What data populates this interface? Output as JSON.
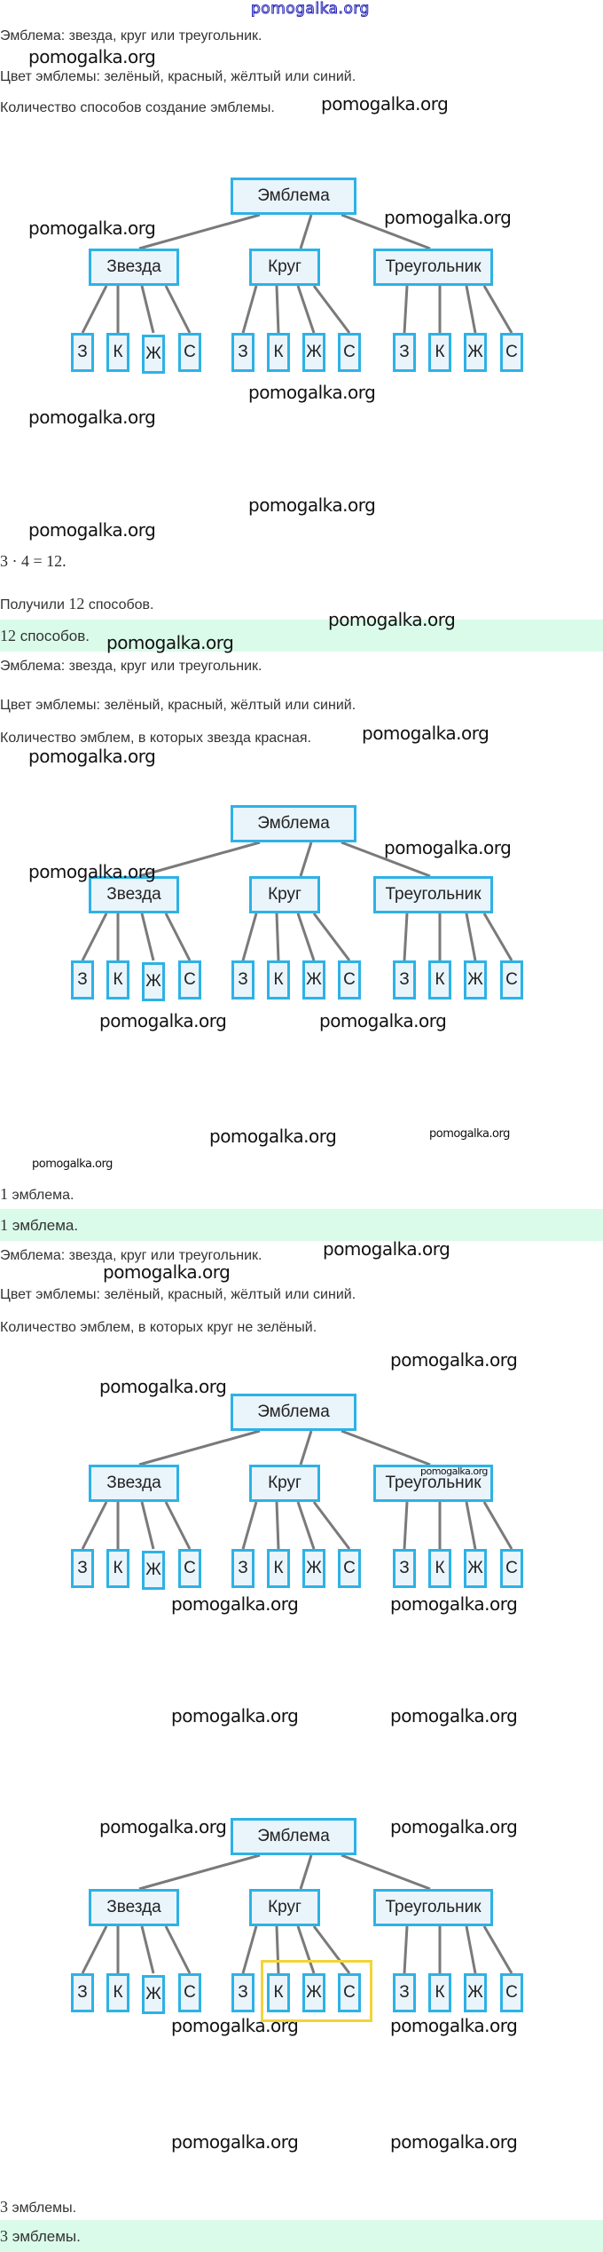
{
  "header": {
    "site_link": "pomogalka.org"
  },
  "watermark": "pomogalka.org",
  "tree_labels": {
    "root": "Эмблема",
    "shapes": [
      "Звезда",
      "Круг",
      "Треугольник"
    ],
    "colors": [
      "З",
      "К",
      "Ж",
      "С"
    ]
  },
  "colors": {
    "node_border": "#2db2e6",
    "node_fill": "#eaf4fb",
    "edge": "#7a7a7a",
    "answer_bg": "#dafbea",
    "highlight": "#f3d33a",
    "link": "#2a2ab8"
  },
  "tasks": [
    {
      "line1": "Эмблема: звезда, круг или треугольник.",
      "line2": "Цвет эмблемы: зелёный, красный, жёлтый или синий.",
      "line3": "Количество способов создание эмблемы.",
      "equation": "3 · 4 = 12.",
      "result_prefix": "Получили ",
      "result_number": "12",
      "result_suffix": " способов.",
      "answer_number": "12",
      "answer_suffix": " способов."
    },
    {
      "line1": "Эмблема: звезда, круг или треугольник.",
      "line2": "Цвет эмблемы: зелёный, красный, жёлтый или синий.",
      "line3": "Количество эмблем, в которых звезда красная.",
      "result_number": "1",
      "result_suffix": " эмблема.",
      "answer_number": "1",
      "answer_suffix": " эмблема."
    },
    {
      "line1": "Эмблема: звезда, круг или треугольник.",
      "line2": "Цвет эмблемы: зелёный, красный, жёлтый или синий.",
      "line3": "Количество эмблем, в которых круг не зелёный.",
      "result_number": "3",
      "result_suffix": " эмблемы.",
      "answer_number": "3",
      "answer_suffix": " эмблемы.",
      "highlighted_branch": "Круг",
      "highlighted_leaves": [
        "К",
        "Ж",
        "С"
      ]
    }
  ]
}
